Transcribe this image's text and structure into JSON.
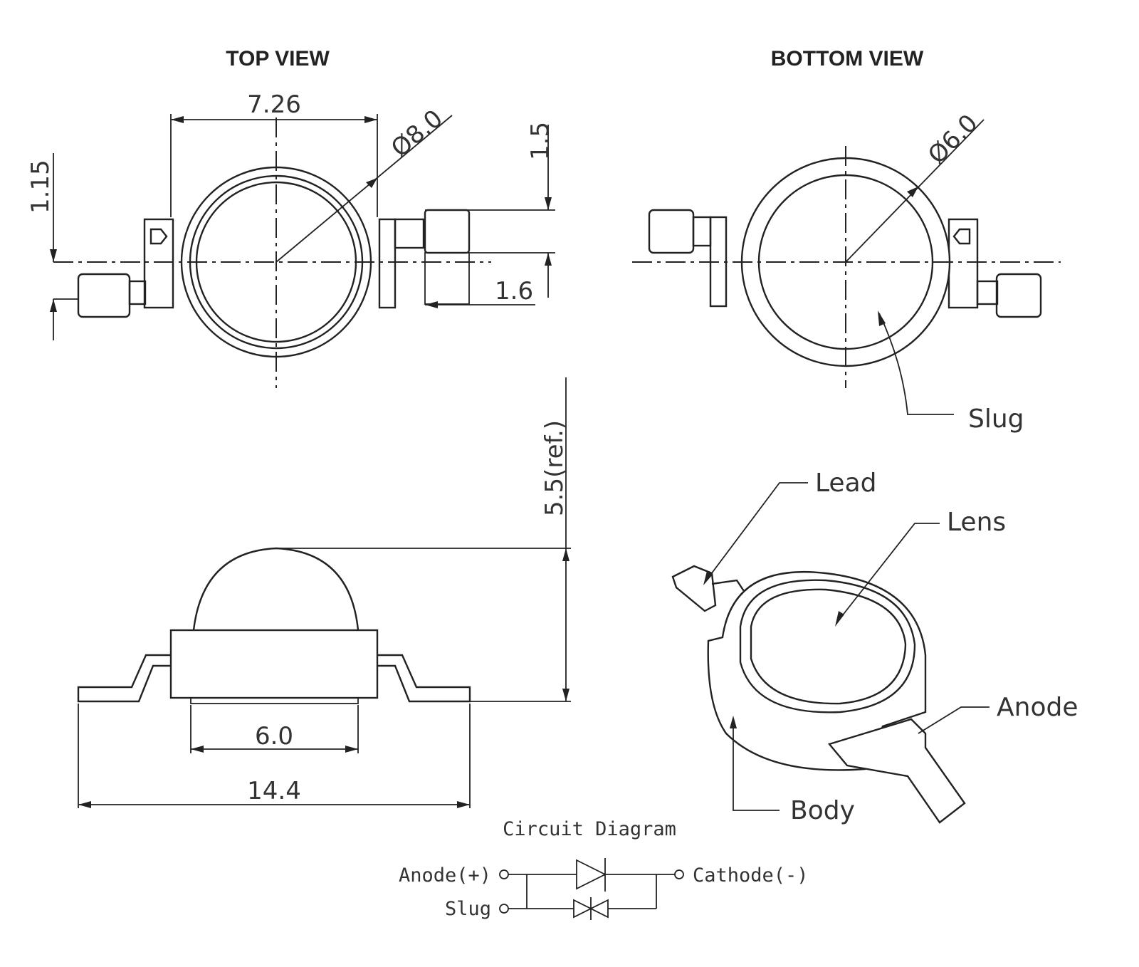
{
  "top_view": {
    "title": "TOP VIEW",
    "dim_width": "7.26",
    "dim_diameter": "Ø8.0",
    "dim_left": "1.15",
    "dim_right_top": "1.5",
    "dim_right_bottom": "1.6"
  },
  "bottom_view": {
    "title": "BOTTOM VIEW",
    "dim_diameter": "Ø6.0",
    "label_slug": "Slug"
  },
  "side_view": {
    "dim_slug": "6.0",
    "dim_total": "14.4",
    "dim_height": "5.5(ref.)"
  },
  "iso_view": {
    "label_lead": "Lead",
    "label_lens": "Lens",
    "label_anode": "Anode",
    "label_body": "Body"
  },
  "circuit": {
    "title": "Circuit Diagram",
    "anode": "Anode(+)",
    "cathode": "Cathode(-)",
    "slug": "Slug"
  }
}
